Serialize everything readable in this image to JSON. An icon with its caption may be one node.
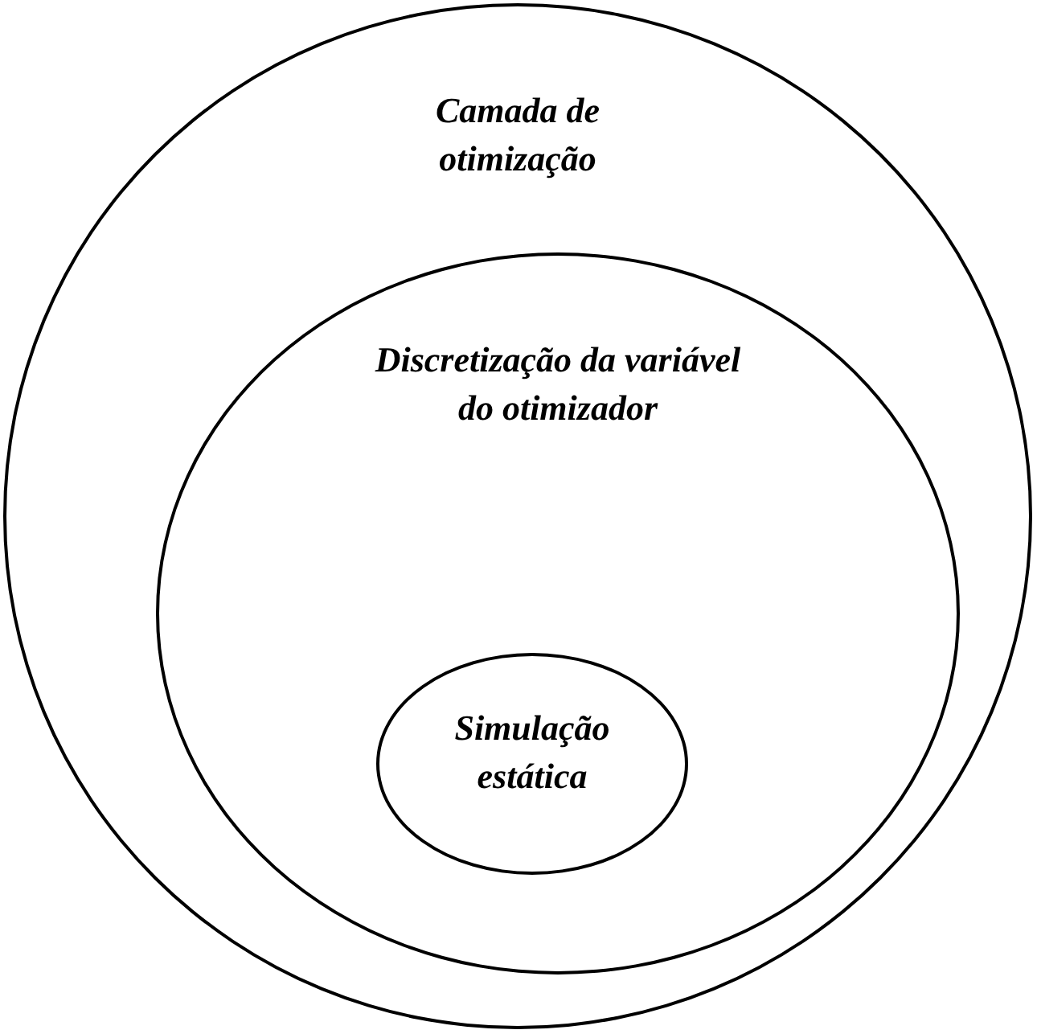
{
  "diagram": {
    "nodes": [
      {
        "text": [
          "Camada de otimização"
        ]
      },
      {
        "text": [
          "Discretização da variável do otimizador"
        ],
        "in": 0
      },
      {
        "text": [
          "Simulação estática"
        ],
        "in": 1
      }
    ]
  }
}
